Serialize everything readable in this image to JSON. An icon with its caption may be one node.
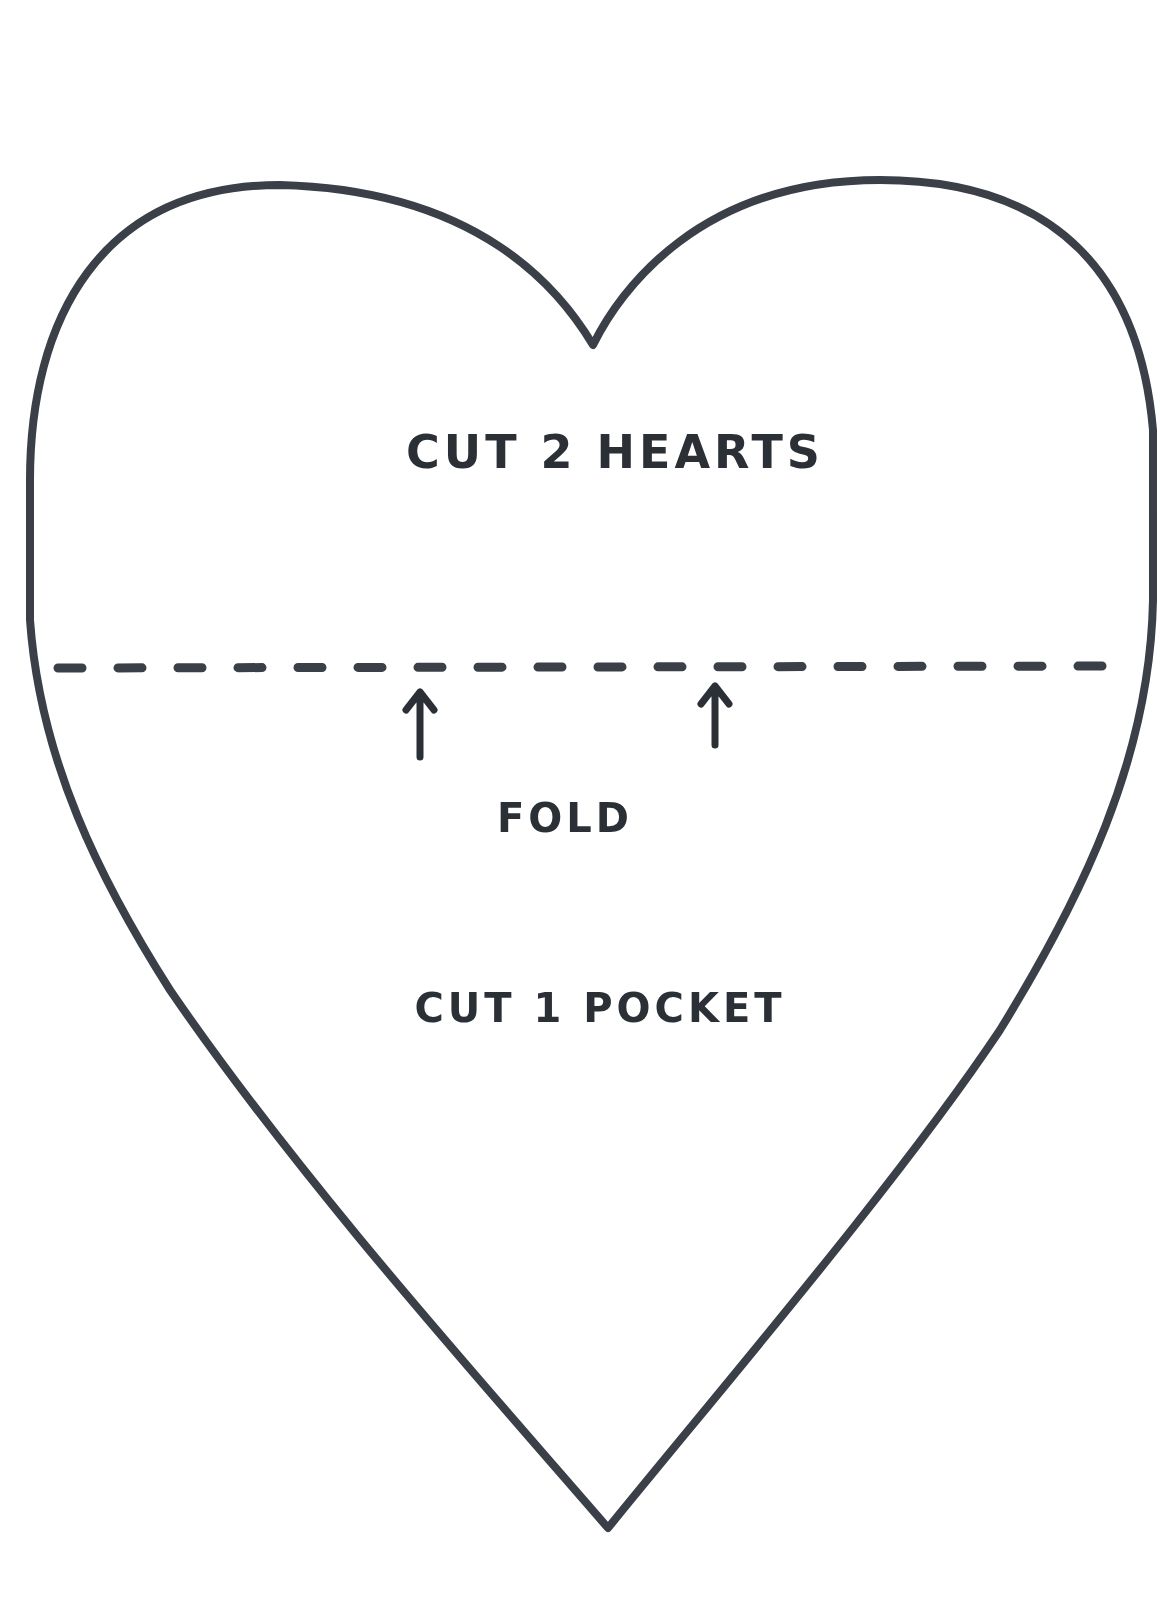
{
  "diagram": {
    "nodes": [
      {
        "text": [
          "CUT 2 HEARTS",
          "FOLD",
          "CUT 1 POCKET"
        ]
      }
    ]
  }
}
